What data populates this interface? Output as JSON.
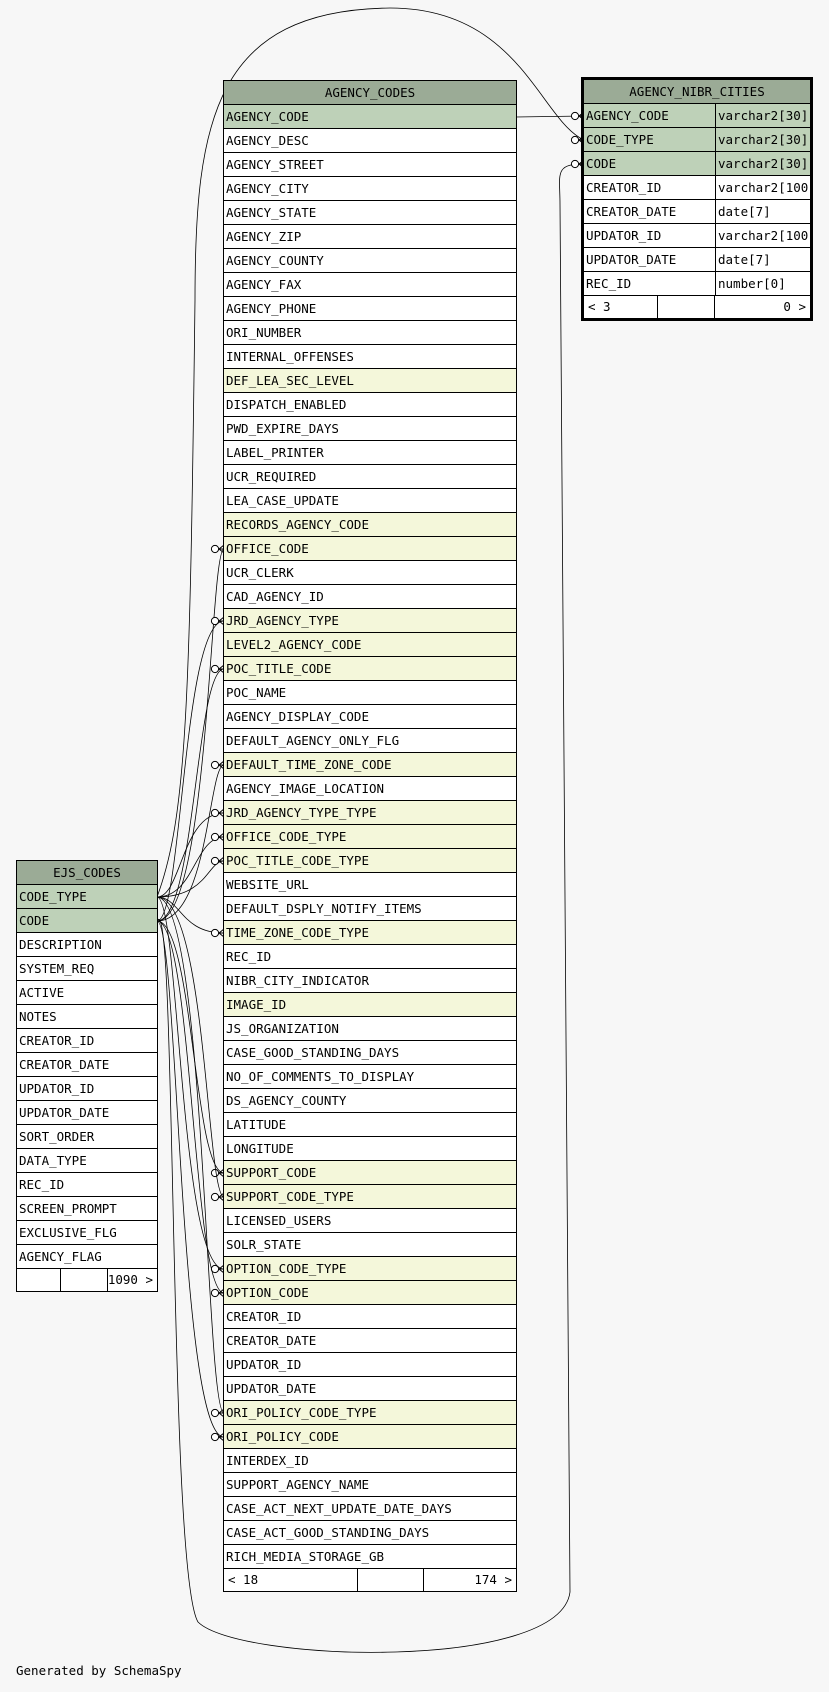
{
  "footer": "Generated by SchemaSpy",
  "colors": {
    "header": "#9bab96",
    "primary_key": "#bed1b8",
    "foreign_key": "#f4f7da",
    "plain": "#ffffff",
    "background": "#f7f7f7"
  },
  "tables": {
    "agency_codes": {
      "name": "AGENCY_CODES",
      "columns": [
        {
          "name": "AGENCY_CODE",
          "kind": "pk"
        },
        {
          "name": "AGENCY_DESC",
          "kind": "plain"
        },
        {
          "name": "AGENCY_STREET",
          "kind": "plain"
        },
        {
          "name": "AGENCY_CITY",
          "kind": "plain"
        },
        {
          "name": "AGENCY_STATE",
          "kind": "plain"
        },
        {
          "name": "AGENCY_ZIP",
          "kind": "plain"
        },
        {
          "name": "AGENCY_COUNTY",
          "kind": "plain"
        },
        {
          "name": "AGENCY_FAX",
          "kind": "plain"
        },
        {
          "name": "AGENCY_PHONE",
          "kind": "plain"
        },
        {
          "name": "ORI_NUMBER",
          "kind": "plain"
        },
        {
          "name": "INTERNAL_OFFENSES",
          "kind": "plain"
        },
        {
          "name": "DEF_LEA_SEC_LEVEL",
          "kind": "fk"
        },
        {
          "name": "DISPATCH_ENABLED",
          "kind": "plain"
        },
        {
          "name": "PWD_EXPIRE_DAYS",
          "kind": "plain"
        },
        {
          "name": "LABEL_PRINTER",
          "kind": "plain"
        },
        {
          "name": "UCR_REQUIRED",
          "kind": "plain"
        },
        {
          "name": "LEA_CASE_UPDATE",
          "kind": "plain"
        },
        {
          "name": "RECORDS_AGENCY_CODE",
          "kind": "fk"
        },
        {
          "name": "OFFICE_CODE",
          "kind": "fk"
        },
        {
          "name": "UCR_CLERK",
          "kind": "plain"
        },
        {
          "name": "CAD_AGENCY_ID",
          "kind": "plain"
        },
        {
          "name": "JRD_AGENCY_TYPE",
          "kind": "fk"
        },
        {
          "name": "LEVEL2_AGENCY_CODE",
          "kind": "fk"
        },
        {
          "name": "POC_TITLE_CODE",
          "kind": "fk"
        },
        {
          "name": "POC_NAME",
          "kind": "plain"
        },
        {
          "name": "AGENCY_DISPLAY_CODE",
          "kind": "plain"
        },
        {
          "name": "DEFAULT_AGENCY_ONLY_FLG",
          "kind": "plain"
        },
        {
          "name": "DEFAULT_TIME_ZONE_CODE",
          "kind": "fk"
        },
        {
          "name": "AGENCY_IMAGE_LOCATION",
          "kind": "plain"
        },
        {
          "name": "JRD_AGENCY_TYPE_TYPE",
          "kind": "fk"
        },
        {
          "name": "OFFICE_CODE_TYPE",
          "kind": "fk"
        },
        {
          "name": "POC_TITLE_CODE_TYPE",
          "kind": "fk"
        },
        {
          "name": "WEBSITE_URL",
          "kind": "plain"
        },
        {
          "name": "DEFAULT_DSPLY_NOTIFY_ITEMS",
          "kind": "plain"
        },
        {
          "name": "TIME_ZONE_CODE_TYPE",
          "kind": "fk"
        },
        {
          "name": "REC_ID",
          "kind": "plain"
        },
        {
          "name": "NIBR_CITY_INDICATOR",
          "kind": "plain"
        },
        {
          "name": "IMAGE_ID",
          "kind": "fk"
        },
        {
          "name": "JS_ORGANIZATION",
          "kind": "plain"
        },
        {
          "name": "CASE_GOOD_STANDING_DAYS",
          "kind": "plain"
        },
        {
          "name": "NO_OF_COMMENTS_TO_DISPLAY",
          "kind": "plain"
        },
        {
          "name": "DS_AGENCY_COUNTY",
          "kind": "plain"
        },
        {
          "name": "LATITUDE",
          "kind": "plain"
        },
        {
          "name": "LONGITUDE",
          "kind": "plain"
        },
        {
          "name": "SUPPORT_CODE",
          "kind": "fk"
        },
        {
          "name": "SUPPORT_CODE_TYPE",
          "kind": "fk"
        },
        {
          "name": "LICENSED_USERS",
          "kind": "plain"
        },
        {
          "name": "SOLR_STATE",
          "kind": "plain"
        },
        {
          "name": "OPTION_CODE_TYPE",
          "kind": "fk"
        },
        {
          "name": "OPTION_CODE",
          "kind": "fk"
        },
        {
          "name": "CREATOR_ID",
          "kind": "plain"
        },
        {
          "name": "CREATOR_DATE",
          "kind": "plain"
        },
        {
          "name": "UPDATOR_ID",
          "kind": "plain"
        },
        {
          "name": "UPDATOR_DATE",
          "kind": "plain"
        },
        {
          "name": "ORI_POLICY_CODE_TYPE",
          "kind": "fk"
        },
        {
          "name": "ORI_POLICY_CODE",
          "kind": "fk"
        },
        {
          "name": "INTERDEX_ID",
          "kind": "plain"
        },
        {
          "name": "SUPPORT_AGENCY_NAME",
          "kind": "plain"
        },
        {
          "name": "CASE_ACT_NEXT_UPDATE_DATE_DAYS",
          "kind": "plain"
        },
        {
          "name": "CASE_ACT_GOOD_STANDING_DAYS",
          "kind": "plain"
        },
        {
          "name": "RICH_MEDIA_STORAGE_GB",
          "kind": "plain"
        }
      ],
      "footer": {
        "parents": "< 18",
        "children": "174 >"
      }
    },
    "agency_nibr_cities": {
      "name": "AGENCY_NIBR_CITIES",
      "columns": [
        {
          "name": "AGENCY_CODE",
          "type": "varchar2[30]",
          "kind": "pk"
        },
        {
          "name": "CODE_TYPE",
          "type": "varchar2[30]",
          "kind": "pk"
        },
        {
          "name": "CODE",
          "type": "varchar2[30]",
          "kind": "pk"
        },
        {
          "name": "CREATOR_ID",
          "type": "varchar2[100]",
          "kind": "plain"
        },
        {
          "name": "CREATOR_DATE",
          "type": "date[7]",
          "kind": "plain"
        },
        {
          "name": "UPDATOR_ID",
          "type": "varchar2[100]",
          "kind": "plain"
        },
        {
          "name": "UPDATOR_DATE",
          "type": "date[7]",
          "kind": "plain"
        },
        {
          "name": "REC_ID",
          "type": "number[0]",
          "kind": "plain"
        }
      ],
      "footer": {
        "parents": "< 3",
        "children": "0 >"
      }
    },
    "ejs_codes": {
      "name": "EJS_CODES",
      "columns": [
        {
          "name": "CODE_TYPE",
          "kind": "pk"
        },
        {
          "name": "CODE",
          "kind": "pk"
        },
        {
          "name": "DESCRIPTION",
          "kind": "plain"
        },
        {
          "name": "SYSTEM_REQ",
          "kind": "plain"
        },
        {
          "name": "ACTIVE",
          "kind": "plain"
        },
        {
          "name": "NOTES",
          "kind": "plain"
        },
        {
          "name": "CREATOR_ID",
          "kind": "plain"
        },
        {
          "name": "CREATOR_DATE",
          "kind": "plain"
        },
        {
          "name": "UPDATOR_ID",
          "kind": "plain"
        },
        {
          "name": "UPDATOR_DATE",
          "kind": "plain"
        },
        {
          "name": "SORT_ORDER",
          "kind": "plain"
        },
        {
          "name": "DATA_TYPE",
          "kind": "plain"
        },
        {
          "name": "REC_ID",
          "kind": "plain"
        },
        {
          "name": "SCREEN_PROMPT",
          "kind": "plain"
        },
        {
          "name": "EXCLUSIVE_FLG",
          "kind": "plain"
        },
        {
          "name": "AGENCY_FLAG",
          "kind": "plain"
        }
      ],
      "footer": {
        "parents": "",
        "children": "1090 >"
      }
    }
  },
  "relationships": [
    {
      "from": "agency_codes.AGENCY_CODE",
      "to": "agency_nibr_cities.AGENCY_CODE"
    },
    {
      "from": "ejs_codes.CODE_TYPE",
      "to": "agency_nibr_cities.CODE_TYPE"
    },
    {
      "from": "ejs_codes.CODE",
      "to": "agency_nibr_cities.CODE"
    },
    {
      "from": "ejs_codes.CODE",
      "to": "agency_codes.OFFICE_CODE"
    },
    {
      "from": "ejs_codes.CODE",
      "to": "agency_codes.JRD_AGENCY_TYPE"
    },
    {
      "from": "ejs_codes.CODE",
      "to": "agency_codes.POC_TITLE_CODE"
    },
    {
      "from": "ejs_codes.CODE",
      "to": "agency_codes.DEFAULT_TIME_ZONE_CODE"
    },
    {
      "from": "ejs_codes.CODE_TYPE",
      "to": "agency_codes.JRD_AGENCY_TYPE_TYPE"
    },
    {
      "from": "ejs_codes.CODE_TYPE",
      "to": "agency_codes.OFFICE_CODE_TYPE"
    },
    {
      "from": "ejs_codes.CODE_TYPE",
      "to": "agency_codes.POC_TITLE_CODE_TYPE"
    },
    {
      "from": "ejs_codes.CODE_TYPE",
      "to": "agency_codes.TIME_ZONE_CODE_TYPE"
    },
    {
      "from": "ejs_codes.CODE",
      "to": "agency_codes.SUPPORT_CODE"
    },
    {
      "from": "ejs_codes.CODE_TYPE",
      "to": "agency_codes.SUPPORT_CODE_TYPE"
    },
    {
      "from": "ejs_codes.CODE_TYPE",
      "to": "agency_codes.OPTION_CODE_TYPE"
    },
    {
      "from": "ejs_codes.CODE",
      "to": "agency_codes.OPTION_CODE"
    },
    {
      "from": "ejs_codes.CODE_TYPE",
      "to": "agency_codes.ORI_POLICY_CODE_TYPE"
    },
    {
      "from": "ejs_codes.CODE",
      "to": "agency_codes.ORI_POLICY_CODE"
    }
  ]
}
